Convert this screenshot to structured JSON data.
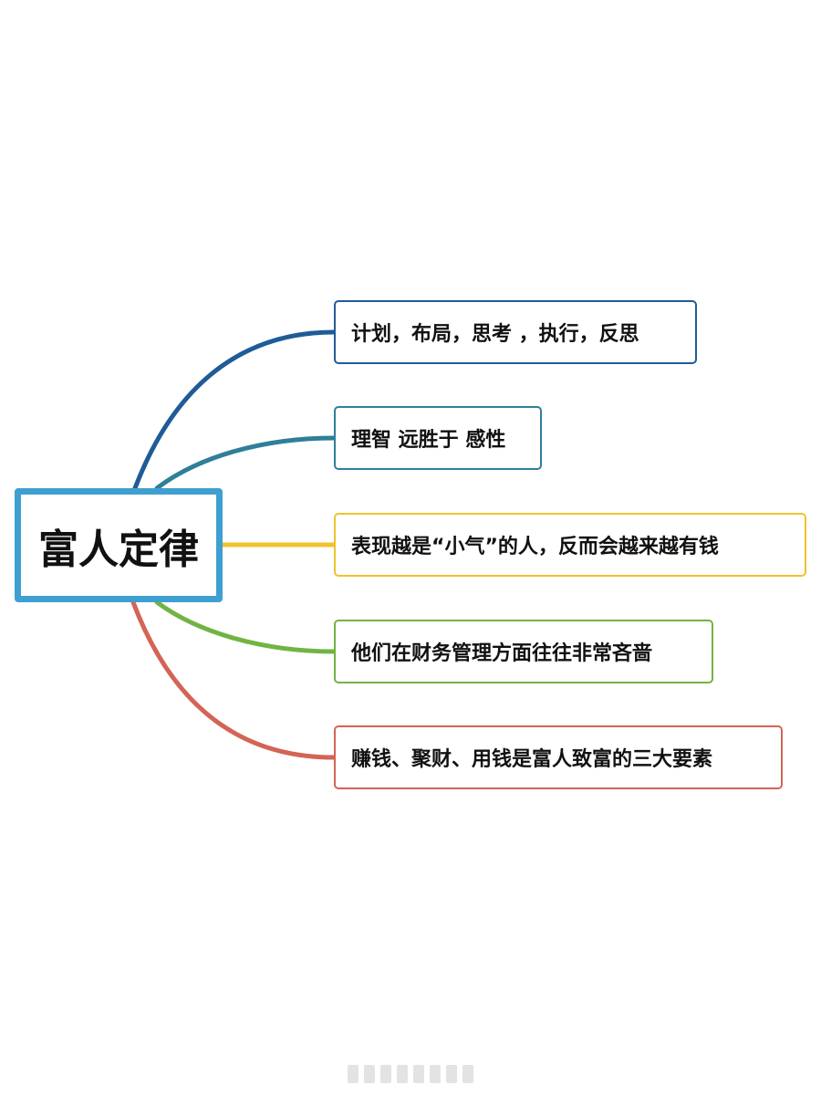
{
  "diagram": {
    "root": {
      "label": "富人定律",
      "border_color": "#3f9fd0"
    },
    "branches": [
      {
        "label": "计划，布局，思考 ，执行，反思",
        "color": "#1f5c97"
      },
      {
        "label": "理智 远胜于 感性",
        "color": "#2e7f99"
      },
      {
        "label": "表现越是“小气”的人，反而会越来越有钱",
        "color": "#f0c22e"
      },
      {
        "label": "他们在财务管理方面往往非常吝啬",
        "color": "#72b443"
      },
      {
        "label": "赚钱、聚财、用钱是富人致富的三大要素",
        "color": "#d36456"
      }
    ]
  }
}
